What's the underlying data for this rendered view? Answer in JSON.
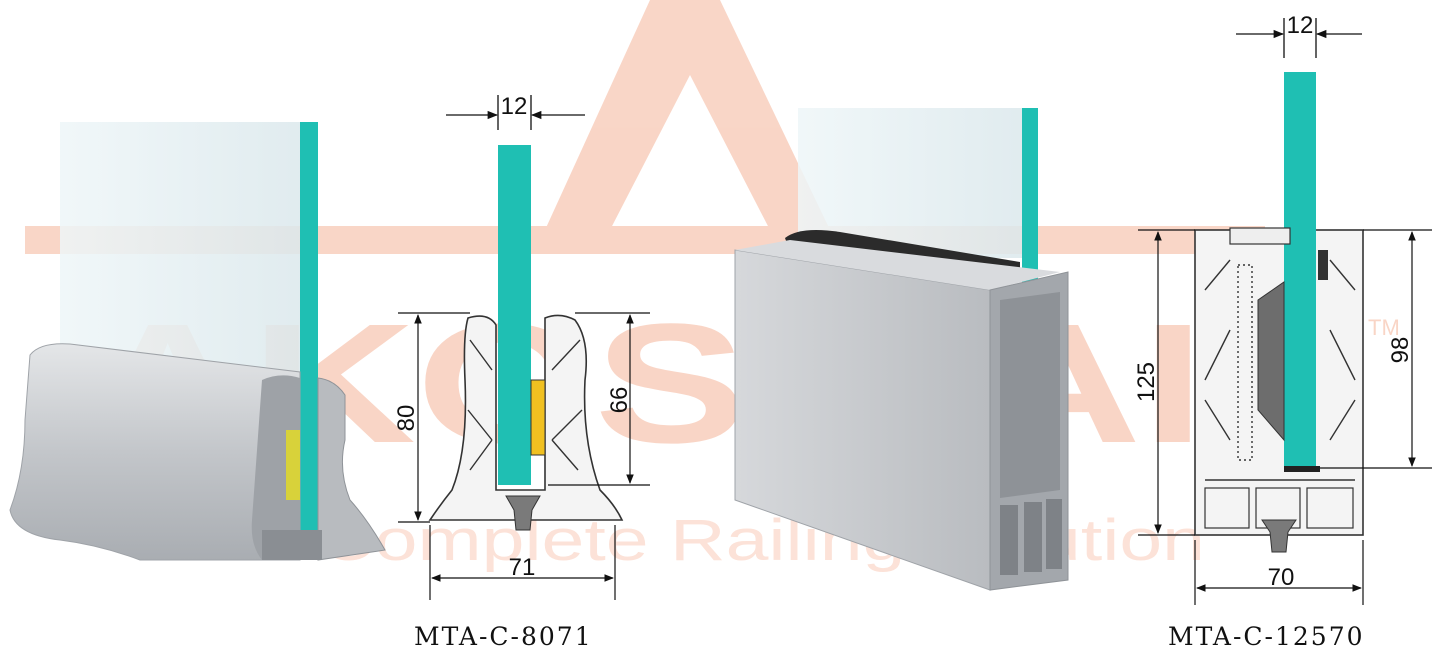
{
  "watermark": {
    "brand": "AKOS RAIL",
    "trademark": "TM",
    "tagline": "The Complete Railing Solution",
    "color": "#f7c8b4"
  },
  "colors": {
    "glass_edge": "#1fbfb3",
    "aluminium": "#c9ccd0",
    "profile_fill": "#f4f4f4",
    "gasket": "#7a7a7a",
    "shim": "#f0c020"
  },
  "profile_8071": {
    "caption": "MTA-C-8071",
    "dim_glass": "12",
    "dim_height": "80",
    "dim_inner_height": "66",
    "dim_width": "71"
  },
  "profile_12570": {
    "caption": "MTA-C-12570",
    "dim_glass": "12",
    "dim_height": "125",
    "dim_inner_height": "98",
    "dim_width": "70"
  }
}
